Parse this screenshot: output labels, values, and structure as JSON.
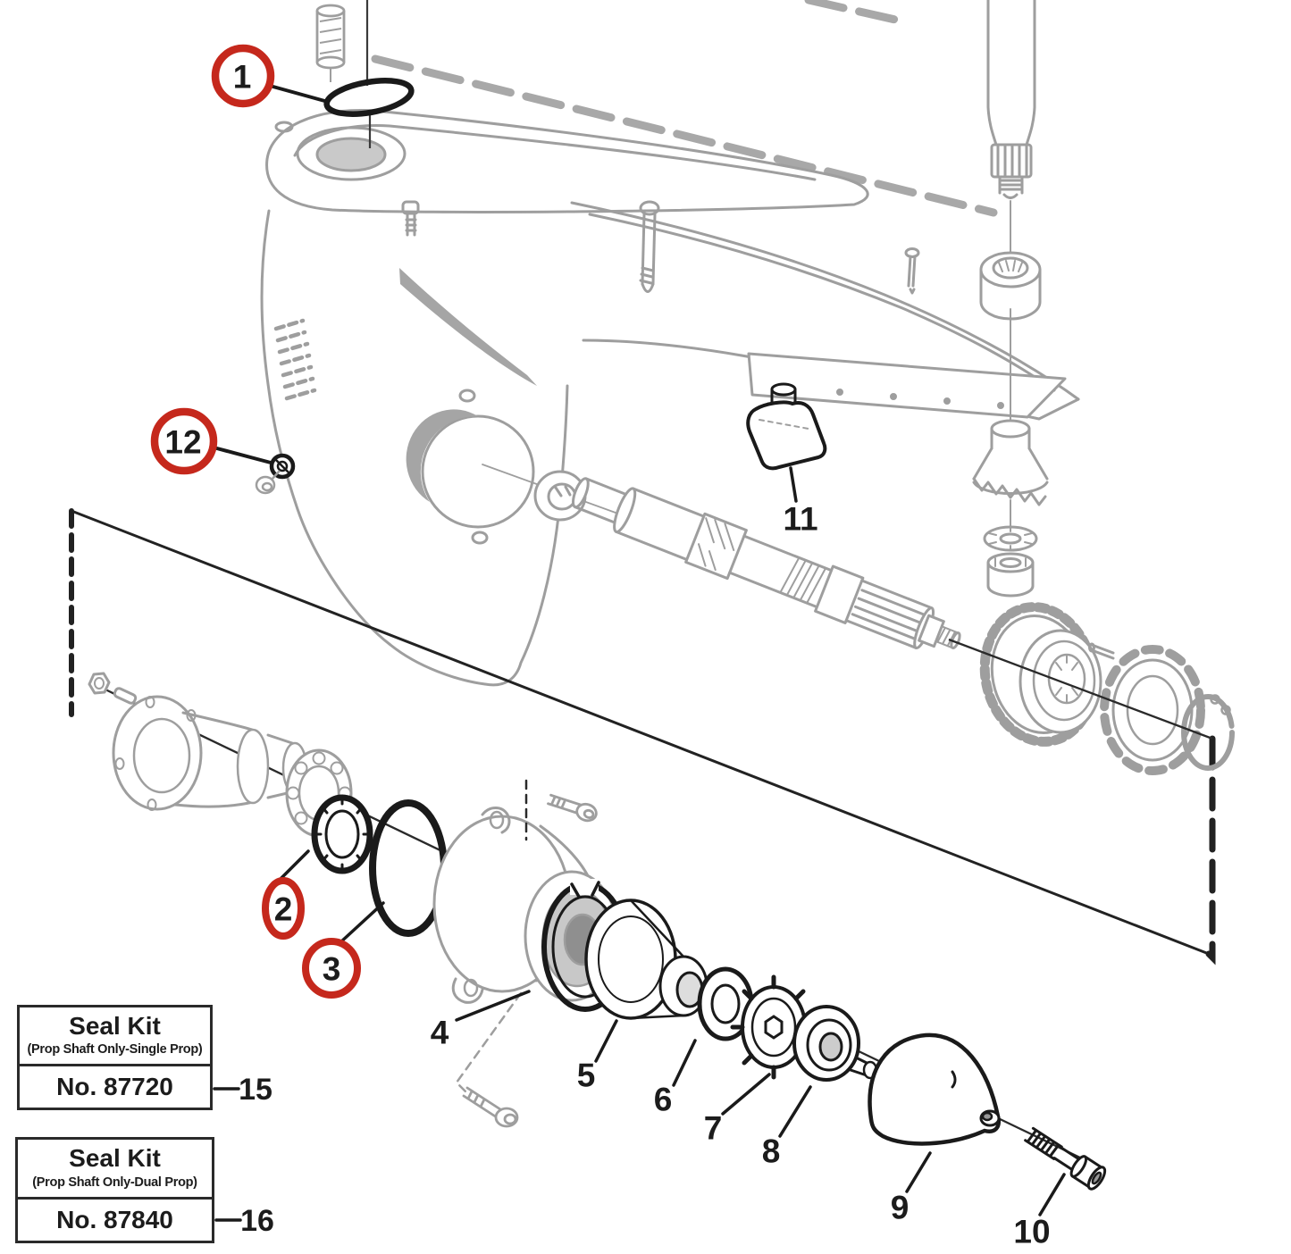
{
  "diagram": {
    "subject": "Sterndrive lower gear unit propeller shaft exploded parts diagram",
    "background": "#ffffff",
    "colors": {
      "primary_line": "#1a1a1a",
      "secondary_line": "#9e9e9e",
      "highlight_red": "#c5281c"
    }
  },
  "callouts": [
    {
      "ref": "1",
      "highlighted": true
    },
    {
      "ref": "12",
      "highlighted": true
    },
    {
      "ref": "2",
      "highlighted": true
    },
    {
      "ref": "3",
      "highlighted": true
    },
    {
      "ref": "4",
      "highlighted": false
    },
    {
      "ref": "5",
      "highlighted": false
    },
    {
      "ref": "6",
      "highlighted": false
    },
    {
      "ref": "7",
      "highlighted": false
    },
    {
      "ref": "8",
      "highlighted": false
    },
    {
      "ref": "9",
      "highlighted": false
    },
    {
      "ref": "10",
      "highlighted": false
    },
    {
      "ref": "11",
      "highlighted": false
    }
  ],
  "kits": [
    {
      "title": "Seal Kit",
      "scope": "(Prop Shaft Only-Single Prop)",
      "number": "No. 87720",
      "ref": "15"
    },
    {
      "title": "Seal Kit",
      "scope": "(Prop Shaft Only-Dual Prop)",
      "number": "No. 87840",
      "ref": "16"
    }
  ]
}
